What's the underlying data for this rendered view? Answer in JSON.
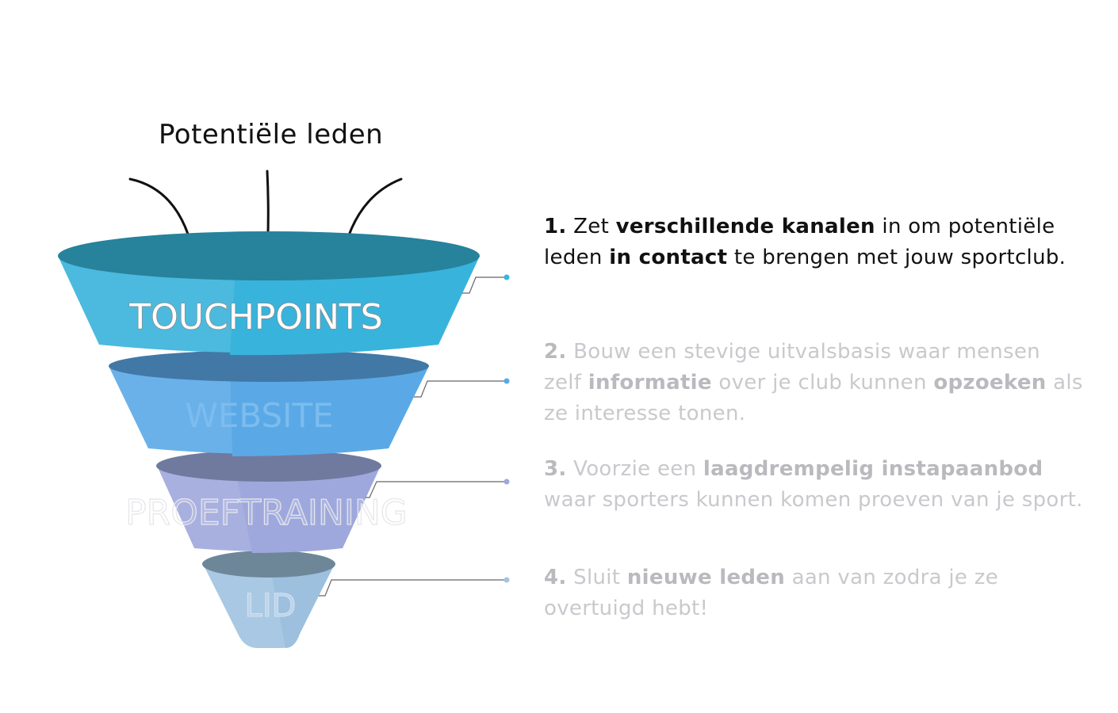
{
  "title": "Potentiële leden",
  "segments": [
    {
      "label": "TOUCHPOINTS",
      "color": "#3ab4dc"
    },
    {
      "label": "WEBSITE",
      "color": "#5aa9e6"
    },
    {
      "label": "PROEFTRAINING",
      "color": "#9fa8dc"
    },
    {
      "label": "LID",
      "color": "#a4c4e0"
    }
  ],
  "steps": [
    {
      "num": "1.",
      "parts": [
        "Zet ",
        "verschillende kanalen",
        " in om potentiële leden ",
        "in contact",
        " te brengen met jouw sportclub."
      ]
    },
    {
      "num": "2.",
      "parts": [
        "Bouw een stevige uitvalsbasis waar mensen zelf ",
        "informatie",
        " over je club kunnen ",
        "opzoeken",
        " als ze interesse tonen."
      ]
    },
    {
      "num": "3.",
      "parts": [
        "Voorzie een ",
        "laagdrempelig instapaanbod",
        " waar sporters kunnen komen proeven van je sport."
      ]
    },
    {
      "num": "4.",
      "parts": [
        "Sluit ",
        "nieuwe leden",
        " aan van zodra je ze overtuigd hebt!"
      ]
    }
  ]
}
